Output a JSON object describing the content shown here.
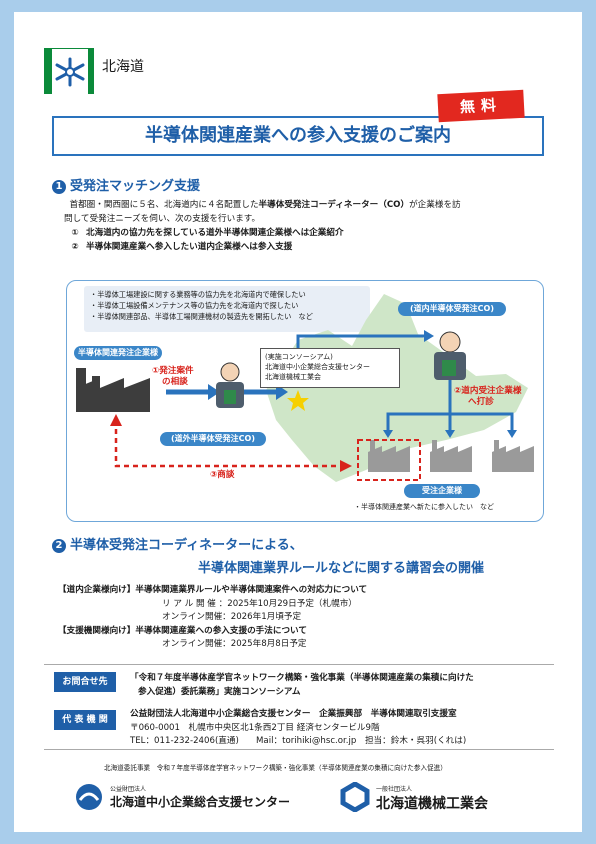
{
  "header": {
    "logo_text": "北海道",
    "badge": "無料",
    "title": "半導体関連産業への参入支援のご案内"
  },
  "section1": {
    "num": "1",
    "heading": "受発注マッチング支援",
    "p1": "首都圏・関西圏に５名、北海道内に４名配置した",
    "p1_bold": "半導体受発注コーディネーター（CO）",
    "p1_end": "が企業様を訪",
    "p2": "問して受発注ニーズを伺い、次の支援を行います。",
    "item1_num": "①",
    "item1": "北海道内の協力先を探している道外半導体関連企業様へは企業紹介",
    "item2_num": "②",
    "item2": "半導体関連産業へ参入したい道内企業様へは参入支援"
  },
  "diagram": {
    "bullets": [
      "・半導体工場建設に関する業務等の協力先を北海道内で確保したい",
      "・半導体工場設備メンテナンス等の協力先を北海道内で探したい",
      "・半導体関連部品、半導体工場関連機材の製造先を開拓したい　など"
    ],
    "outside_company": "半導体関連発注企業様",
    "order_label_1": "①発注案件",
    "order_label_2": "の相談",
    "outside_co": "(道外半導体受発注CO)",
    "consortium_1": "(実施コンソーシアム)",
    "consortium_2": "北海道中小企業総合支援センター",
    "consortium_3": "北海道機械工業会",
    "inside_co": "(道内半導体受発注CO)",
    "visit_1": "②道内受注企業様",
    "visit_2": "へ打診",
    "deal": "③商談",
    "receiver": "受注企業様",
    "receiver_note": "・半導体関連産業へ新たに参入したい　など"
  },
  "section2": {
    "num": "2",
    "heading_1": "半導体受発注コーディネーターによる、",
    "heading_2": "半導体関連業界ルールなどに関する講習会の開催",
    "group1_label": "【道内企業様向け】",
    "group1_title": "半導体関連業界ルールや半導体関連案件への対応力について",
    "group1_line1": "リ ア ル 開 催 ：2025年10月29日予定（札幌市）",
    "group1_line2": "オンライン開催：2026年1月頃予定",
    "group2_label": "【支援機関様向け】",
    "group2_title": "半導体関連産業への参入支援の手法について",
    "group2_line1": "オンライン開催：2025年8月8日予定"
  },
  "contact": {
    "label1": "お問合せ先",
    "line1": "「令和７年度半導体産学官ネットワーク構築・強化事業（半導体関連産業の集積に向けた",
    "line2": "参入促進）委託業務」実施コンソーシアム",
    "label2": "代 表 機 関",
    "org": "公益財団法人北海道中小企業総合支援センター　企業振興部　半導体関連取引支援室",
    "addr": "〒060-0001　札幌市中央区北1条西2丁目 経済センタービル9階",
    "tel": "TEL：011-232-2406(直通)　　Mail：torihiki@hsc.or.jp　担当：鈴木・呉羽(くれは)"
  },
  "footer": {
    "note": "北海道委託事業　令和７年度半導体産学官ネットワーク構築・強化事業（半導体関連産業の集積に向けた参入促進）",
    "org1_sub": "公益財団法人",
    "org1": "北海道中小企業総合支援センター",
    "org2_sub": "一般社団法人",
    "org2": "北海道機械工業会"
  },
  "colors": {
    "accent": "#1f5fa8",
    "red": "#d8231c",
    "frame": "#a9cdeb",
    "green": "#0b8a3a"
  }
}
